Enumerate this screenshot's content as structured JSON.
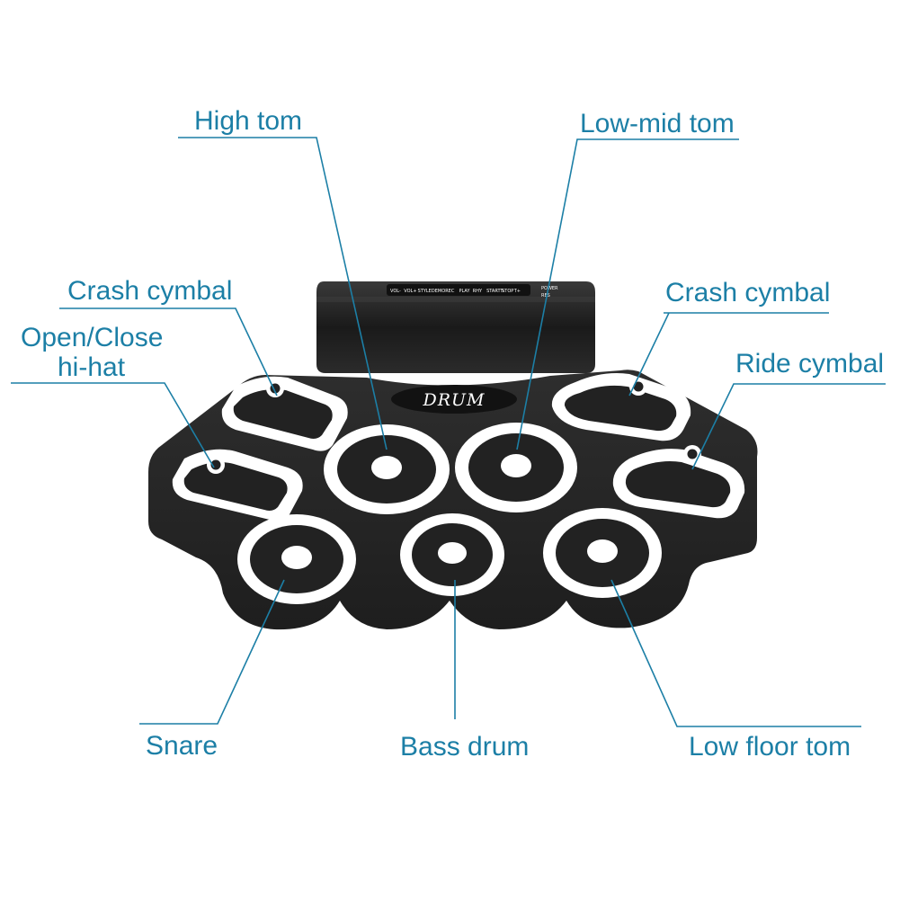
{
  "labels": {
    "high_tom": "High tom",
    "low_mid_tom": "Low-mid tom",
    "crash_cymbal_left": "Crash cymbal",
    "open_close_hihat_line1": "Open/Close",
    "open_close_hihat_line2": "hi-hat",
    "crash_cymbal_right": "Crash cymbal",
    "ride_cymbal": "Ride cymbal",
    "snare": "Snare",
    "bass_drum": "Bass drum",
    "low_floor_tom": "Low floor tom"
  },
  "device": {
    "brand": "DRUM",
    "controls": [
      "VOL-",
      "VOL+",
      "STYLE",
      "DEMO",
      "REC",
      "PLAY",
      "RHY",
      "START STOP",
      "T-",
      "T+"
    ],
    "power": "POWER",
    "res": "RES"
  },
  "colors": {
    "label_blue": "#1c7fa6",
    "pad_black": "#232323",
    "pad_white": "#ffffff"
  }
}
